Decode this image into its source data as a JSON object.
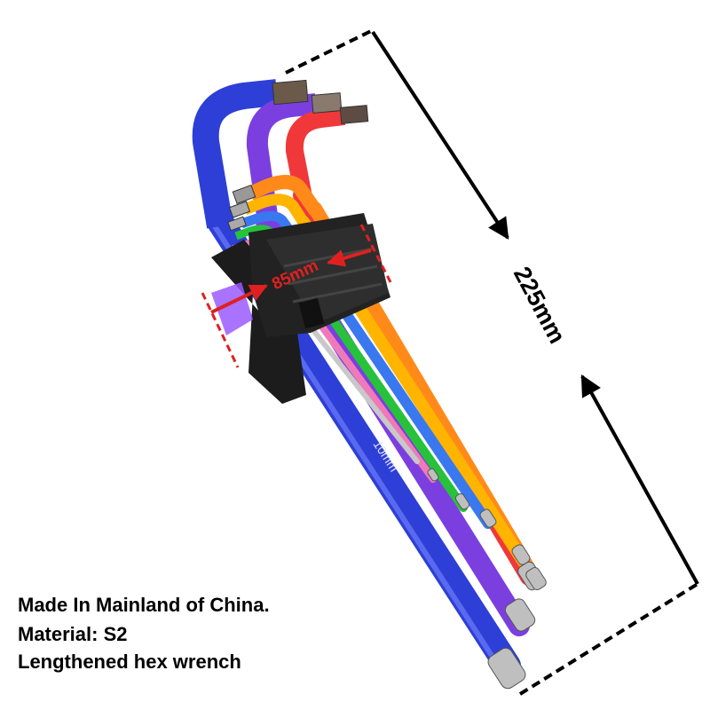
{
  "product": {
    "length_label": "225mm",
    "short_arm_label": "85mm",
    "size_marking": "10mm"
  },
  "captions": {
    "origin": "Made In Mainland of China.",
    "material": "Material: S2",
    "description": "Lengthened hex wrench"
  },
  "colors": {
    "arrow": "#000000",
    "measure": "#e02020",
    "blue": "#2d3fd6",
    "purple": "#7b3fe0",
    "red": "#f0383a",
    "orange": "#ff8a1a",
    "yellow": "#ffb400",
    "sky": "#3a78f0",
    "green": "#27c23b",
    "pink": "#f07ab8",
    "holder": "#1c1c1c"
  }
}
